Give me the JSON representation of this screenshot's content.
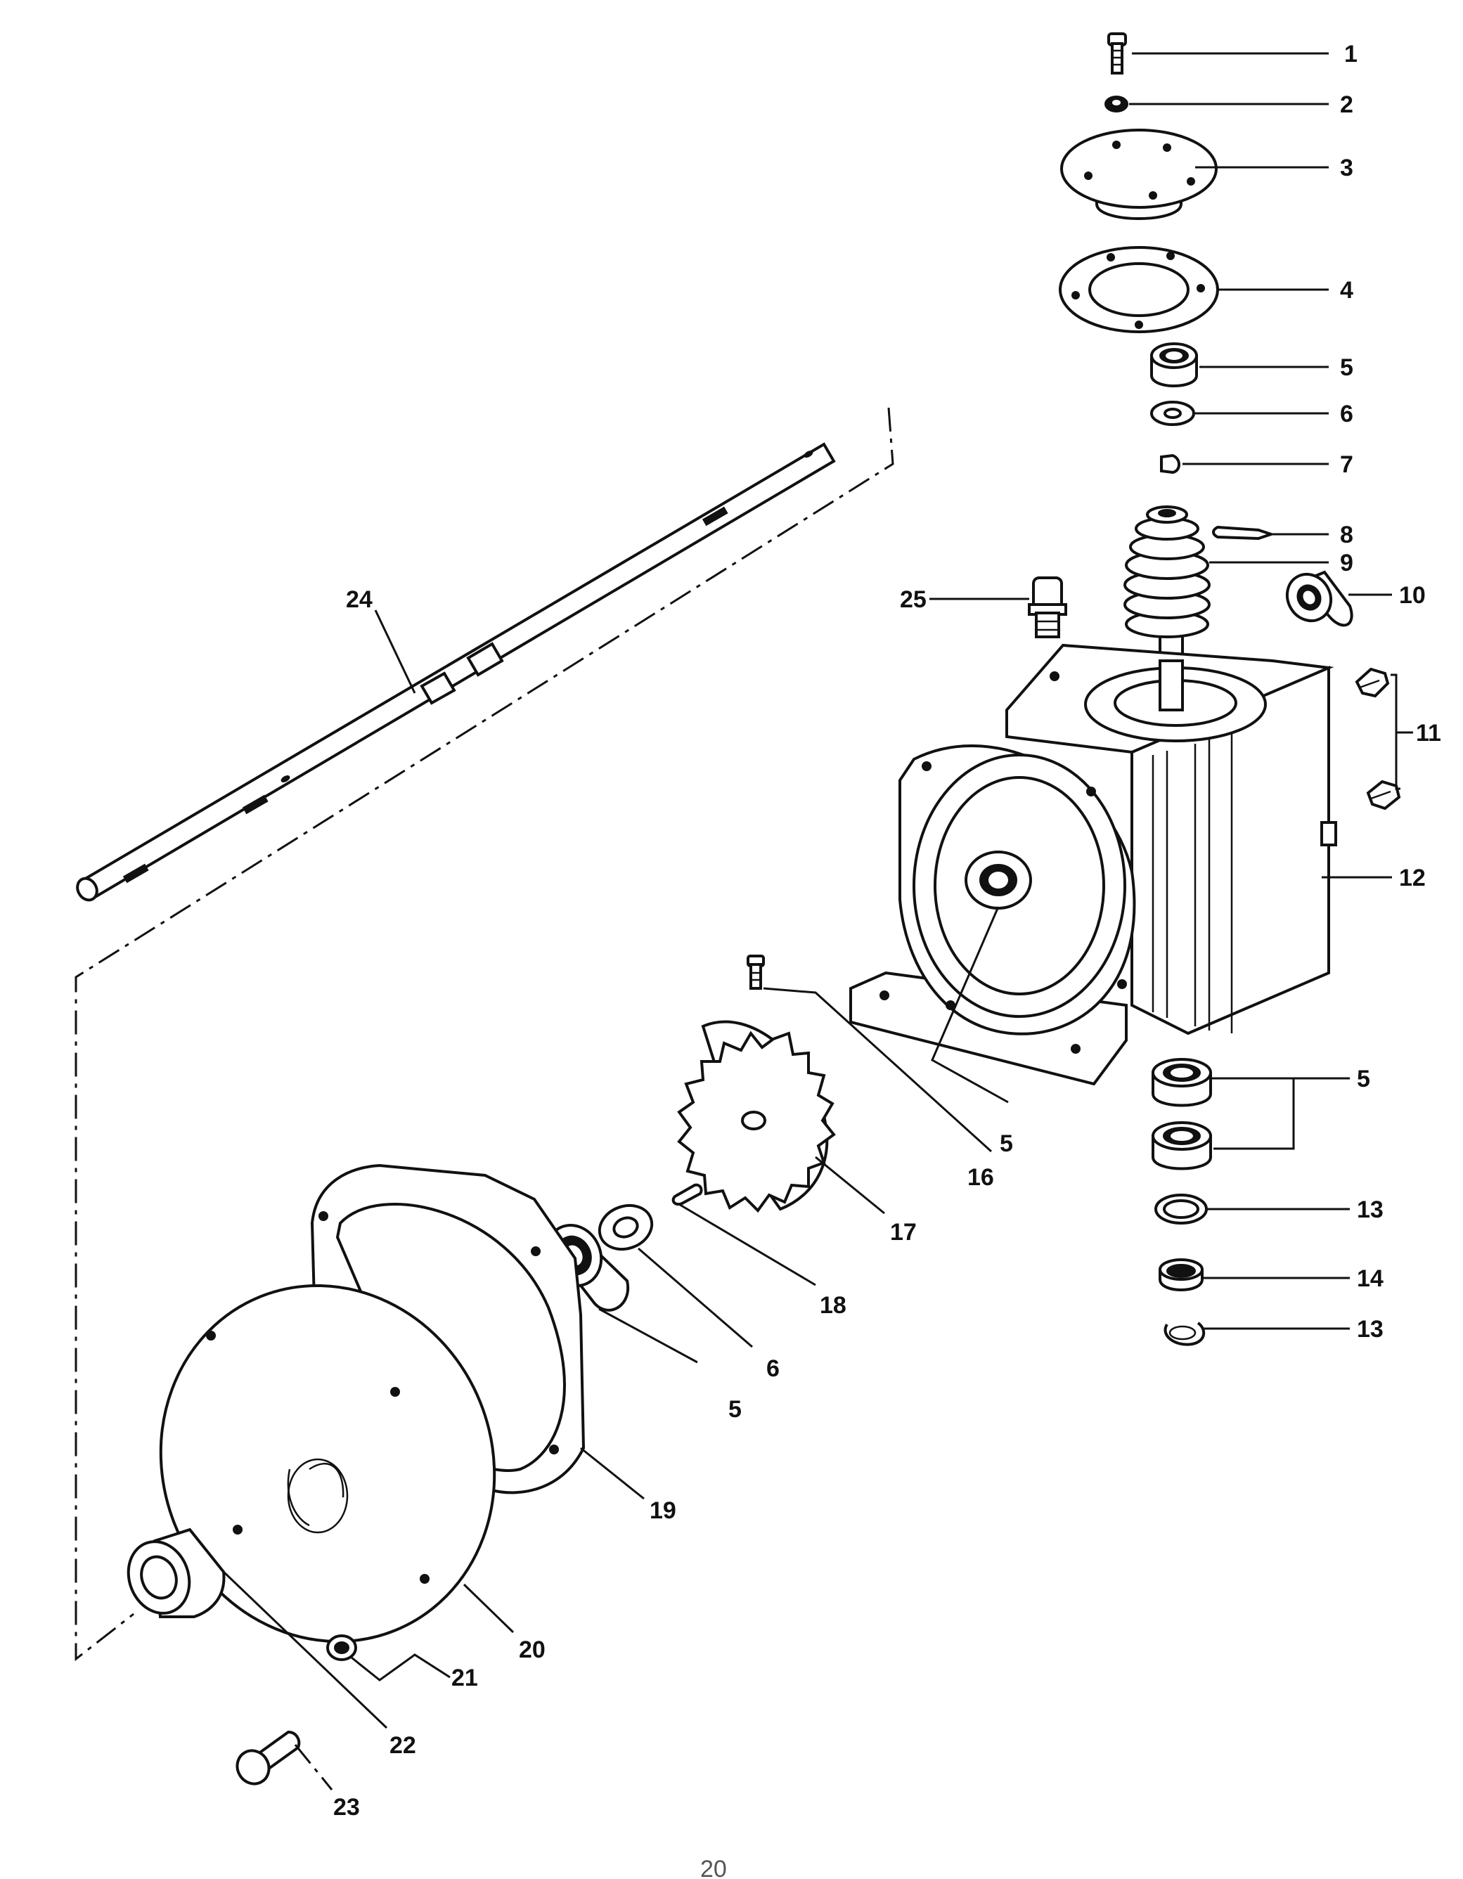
{
  "callouts": {
    "c1": "1",
    "c2": "2",
    "c3": "3",
    "c4": "4",
    "c5a": "5",
    "c6a": "6",
    "c7": "7",
    "c8": "8",
    "c9": "9",
    "c10": "10",
    "c11": "11",
    "c12": "12",
    "c5b": "5",
    "c13a": "13",
    "c14": "14",
    "c13b": "13",
    "c25": "25",
    "c24": "24",
    "c16": "16",
    "c5c": "5",
    "c17": "17",
    "c18": "18",
    "c6b": "6",
    "c5d": "5",
    "c19": "19",
    "c20": "20",
    "c21": "21",
    "c22": "22",
    "c23": "23"
  },
  "page_number": "20"
}
